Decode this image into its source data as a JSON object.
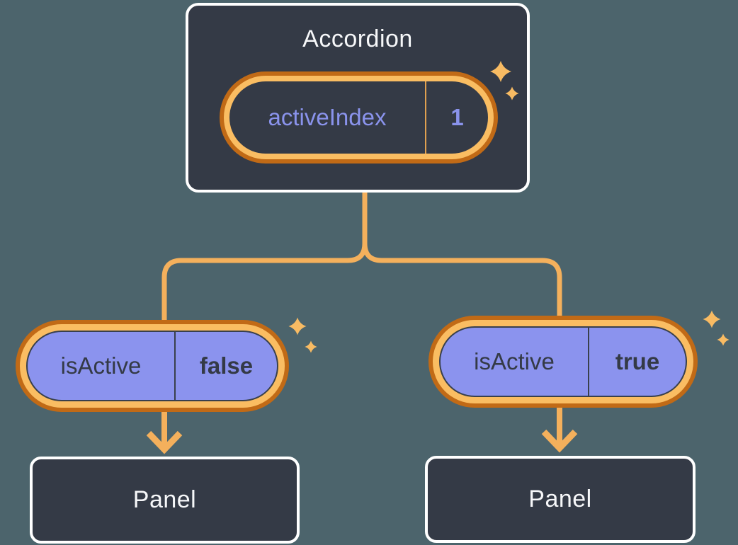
{
  "diagram": {
    "description": "React component tree: Accordion holding activeIndex state, passing isActive prop to two Panels",
    "colors": {
      "background": "#4C646C",
      "node_fill": "#343A46",
      "node_border": "#FFFFFF",
      "node_text": "#F6F7F9",
      "connector_orange": "#F4B05C",
      "ring_dark_orange": "#C16A16",
      "ring_light_orange": "#FABD62",
      "sparkle_orange": "#F8BB63",
      "prop_pill_purple": "#8B93EE",
      "state_text_purple": "#8A93EC",
      "dark_text": "#343A46"
    }
  },
  "accordion": {
    "title": "Accordion",
    "state": {
      "label": "activeIndex",
      "value": "1"
    }
  },
  "children": [
    {
      "prop": {
        "label": "isActive",
        "value": "false"
      },
      "panel_label": "Panel"
    },
    {
      "prop": {
        "label": "isActive",
        "value": "true"
      },
      "panel_label": "Panel"
    }
  ],
  "icons": {
    "sparkle": "sparkle-icon",
    "arrow": "down-arrow-icon"
  }
}
